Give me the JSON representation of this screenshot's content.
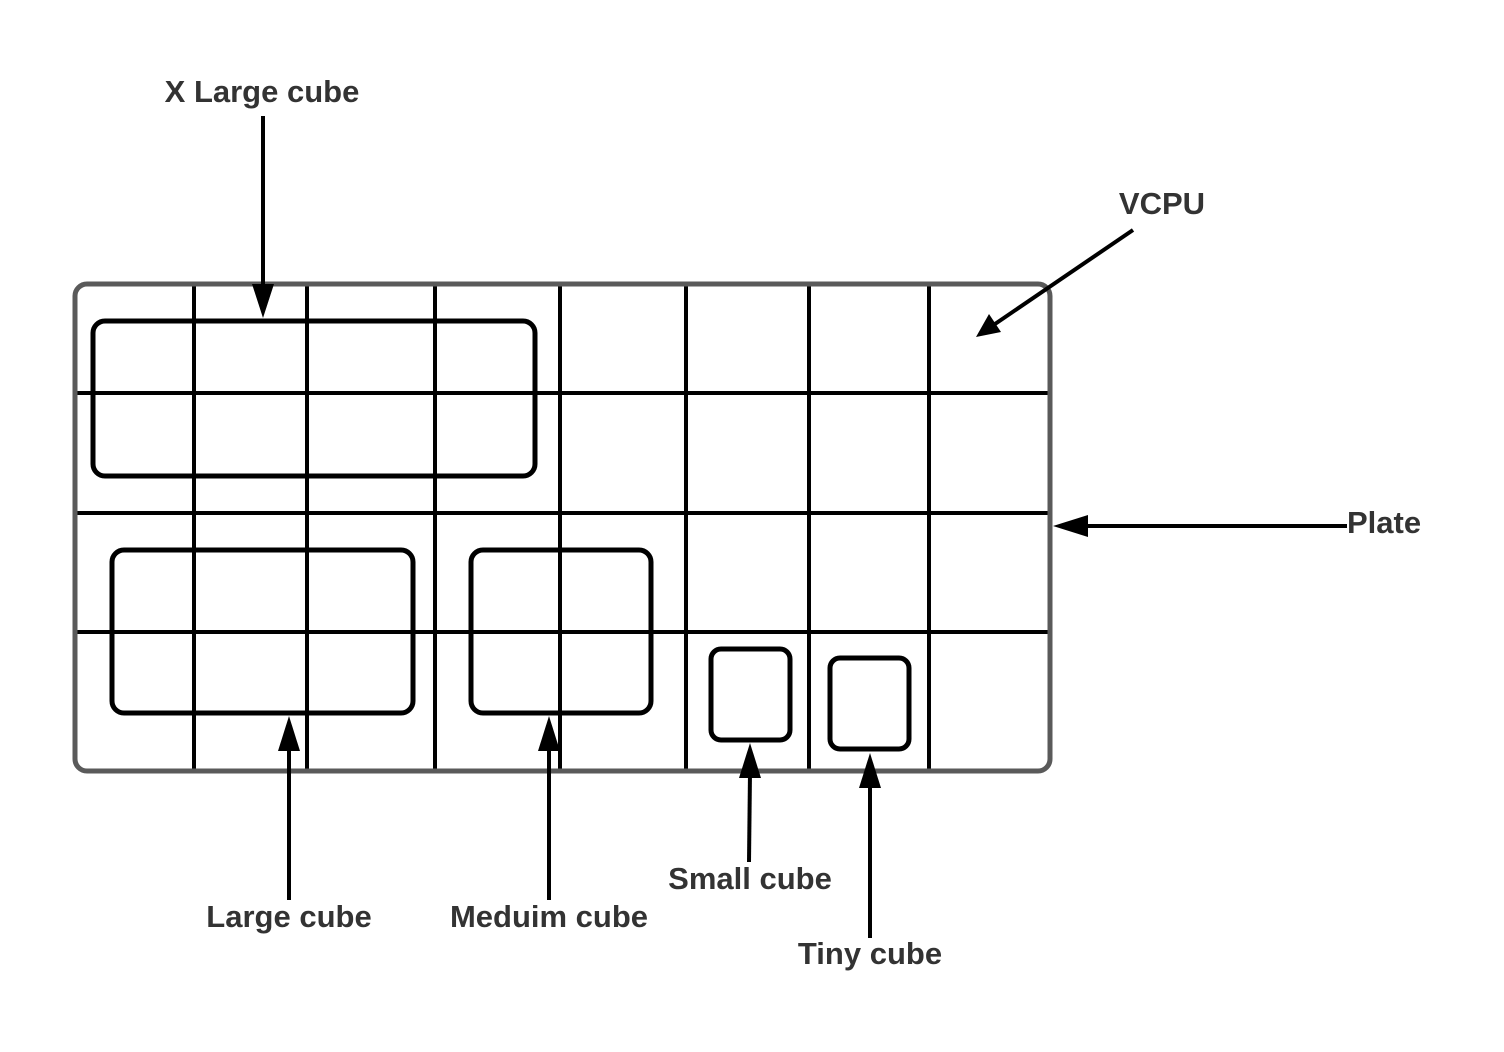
{
  "labels": {
    "x_large_cube": "X Large cube",
    "vcpu": "VCPU",
    "plate": "Plate",
    "large_cube": "Large cube",
    "medium_cube": "Meduim cube",
    "small_cube": "Small cube",
    "tiny_cube": "Tiny cube"
  },
  "colors": {
    "line": "#000000",
    "plate_border": "#5a5a5a",
    "text": "#333333",
    "background": "#ffffff"
  }
}
